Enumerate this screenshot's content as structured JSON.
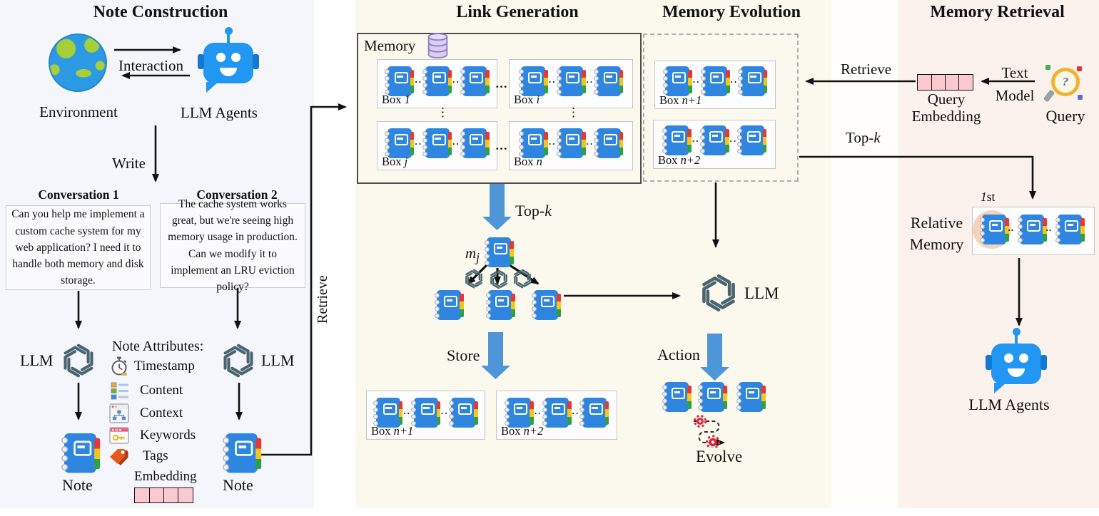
{
  "glyphs": {
    "question": "?",
    "hdots": "…",
    "vdots": "⋮",
    "ndots": "··"
  },
  "colors": {
    "panel_left": "#f4f6fb",
    "panel_mid": "#fbf9ee",
    "panel_mid2": "#fffefb",
    "panel_right": "#fbf2ee",
    "notebook_blue": "#2e86e0",
    "robot_blue": "#2196f3",
    "arrow_blue": "#4f96d8",
    "embedding_pink": "#f9c9cf",
    "highlight_peach": "#f6cdb2",
    "database_purple": "#d9cdf0",
    "tab_red": "#e53935",
    "tab_yellow": "#f5c518",
    "tab_green": "#2ea04c",
    "openai_slate": "#4a6570"
  },
  "note_construction": {
    "title": "Note Construction",
    "environment_label": "Environment",
    "interaction_label": "Interaction",
    "llm_agents_label": "LLM Agents",
    "write_label": "Write",
    "conversation1": {
      "title": "Conversation 1",
      "text": "Can you help me implement a custom cache system for my web application? I need it to handle both memory and disk storage."
    },
    "conversation2": {
      "title": "Conversation 2",
      "text": "The cache system works great, but we're seeing high memory usage in production. Can we modify it to implement an LRU eviction policy?"
    },
    "llm_label_left": "LLM",
    "llm_label_right": "LLM",
    "note_attributes_title": "Note Attributes:",
    "attributes": [
      "Timestamp",
      "Content",
      "Context",
      "Keywords",
      "Tags",
      "Embedding"
    ],
    "note_label_left": "Note",
    "note_label_right": "Note",
    "retrieve_label": "Retrieve"
  },
  "link_generation": {
    "title": "Link Generation",
    "memory_label": "Memory",
    "box1": {
      "pre": "Box ",
      "v": "1"
    },
    "boxi": {
      "pre": "Box ",
      "v": "i"
    },
    "boxj": {
      "pre": "Box ",
      "v": "j"
    },
    "boxn": {
      "pre": "Box ",
      "v": "n"
    },
    "topk": {
      "pre": "Top-",
      "v": "k"
    },
    "mj": {
      "v": "m",
      "sub": "j"
    },
    "store_label": "Store",
    "box_n1": {
      "pre": "Box ",
      "v": "n+1"
    },
    "box_n2": {
      "pre": "Box ",
      "v": "n+2"
    }
  },
  "memory_evolution": {
    "title": "Memory Evolution",
    "box_n1": {
      "pre": "Box ",
      "v": "n+1"
    },
    "box_n2": {
      "pre": "Box ",
      "v": "n+2"
    },
    "llm_label": "LLM",
    "action_label": "Action",
    "evolve_label": "Evolve"
  },
  "memory_retrieval": {
    "title": "Memory Retrieval",
    "retrieve_label": "Retrieve",
    "topk": {
      "pre": "Top-",
      "v": "k"
    },
    "text_model": {
      "line1": "Text",
      "line2": "Model"
    },
    "query_label": "Query",
    "query_embedding": {
      "line1": "Query",
      "line2": "Embedding"
    },
    "first_marker": {
      "v": "1",
      "suffix": "st"
    },
    "relative_memory": {
      "line1": "Relative",
      "line2": "Memory"
    },
    "llm_agents_label": "LLM Agents"
  }
}
